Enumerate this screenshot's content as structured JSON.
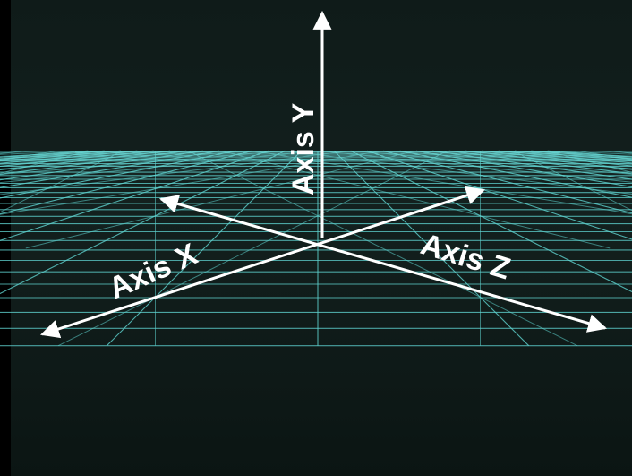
{
  "labels": {
    "axis_x": "Axis X",
    "axis_y": "Axis Y",
    "axis_z": "Axis Z"
  },
  "colors": {
    "background": "#101c1a",
    "grid": "#5fd3d0",
    "axes": "#ffffff",
    "label": "#ffffff"
  }
}
